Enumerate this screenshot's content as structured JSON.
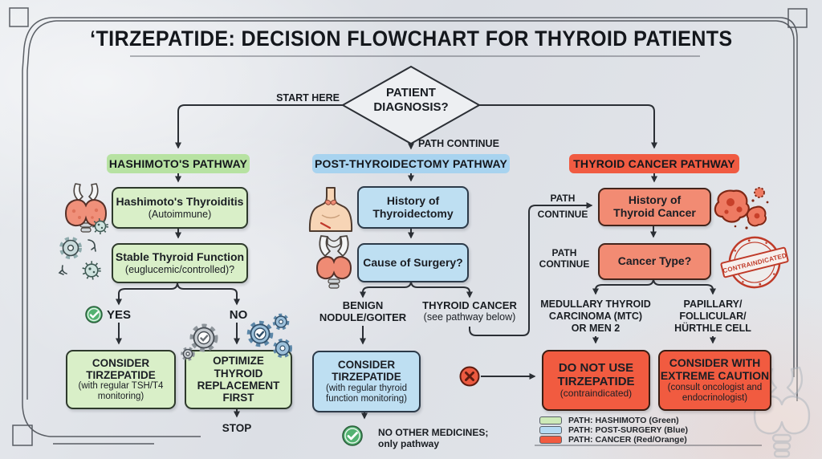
{
  "title": "‘TIRZEPATIDE: DECISION FLOWCHART FOR THYROID PATIENTS",
  "start_label": "START HERE",
  "decision": {
    "line1": "PATIENT",
    "line2": "DIAGNOSIS?"
  },
  "path_continue_label": "PATH CONTINUE",
  "hashimoto": {
    "header": "HASHIMOTO'S PATHWAY",
    "thyroiditis_title": "Hashimoto's Thyroiditis",
    "thyroiditis_sub": "(Autoimmune)",
    "stable_title": "Stable Thyroid Function",
    "stable_sub": "(euglucemic/controlled)?",
    "yes": "YES",
    "no": "NO",
    "consider_l1": "CONSIDER",
    "consider_l2": "TIRZEPATIDE",
    "consider_l3": "(with regular TSH/T4",
    "consider_l4": "monitoring)",
    "optimize_l1": "OPTIMIZE",
    "optimize_l2": "THYROID",
    "optimize_l3": "REPLACEMENT",
    "optimize_l4": "FIRST",
    "stop": "STOP"
  },
  "post_surgery": {
    "header": "POST-THYROIDECTOMY PATHWAY",
    "history_l1": "History of",
    "history_l2": "Thyroidectomy",
    "cause": "Cause of Surgery?",
    "benign_l1": "BENIGN",
    "benign_l2": "NODULE/GOITER",
    "cancer_l1": "THYROID CANCER",
    "cancer_l2": "(see pathway below)",
    "consider_l1": "CONSIDER",
    "consider_l2": "TIRZEPATIDE",
    "consider_l3": "(with regular thyroid",
    "consider_l4": "function monitoring)",
    "note_l1": "NO OTHER MEDICINES;",
    "note_l2": "only pathway"
  },
  "cancer": {
    "header": "THYROID CANCER PATHWAY",
    "path_l1": "PATH",
    "path_l2": "CONTINUE",
    "history_l1": "History of",
    "history_l2": "Thyroid Cancer",
    "type": "Cancer Type?",
    "stamp": "CONTRAINDICATED",
    "mtc_l1": "MEDULLARY THYROID",
    "mtc_l2": "CARCINOMA (MTC)",
    "mtc_l3": "OR MEN 2",
    "pap_l1": "PAPILLARY/",
    "pap_l2": "FOLLICULAR/",
    "pap_l3": "HÜRTHLE CELL",
    "donot_l1": "DO NOT USE",
    "donot_l2": "TIRZEPATIDE",
    "donot_l3": "(contraindicated)",
    "caution_l1": "CONSIDER WITH",
    "caution_l2": "EXTREME CAUTION",
    "caution_l3": "(consult oncologist and",
    "caution_l4": "endocrinologist)"
  },
  "legend": {
    "items": [
      {
        "label": "PATH: HASHIMOTO (Green)",
        "color": "#cdeab8"
      },
      {
        "label": "PATH: POST-SURGERY (Blue)",
        "color": "#b5daf2"
      },
      {
        "label": "PATH: CANCER (Red/Orange)",
        "color": "#f15b40"
      }
    ]
  },
  "colors": {
    "green_header": "#b7e2a2",
    "green_box": "#d9efc8",
    "blue_header": "#a8d3ef",
    "blue_box": "#bedff2",
    "red_header": "#f05b42",
    "red_box_light": "#f28b73",
    "red_box": "#f15b40",
    "line": "#2b2f35",
    "yes_green": "#53b271",
    "x_red": "#ec5a40"
  }
}
